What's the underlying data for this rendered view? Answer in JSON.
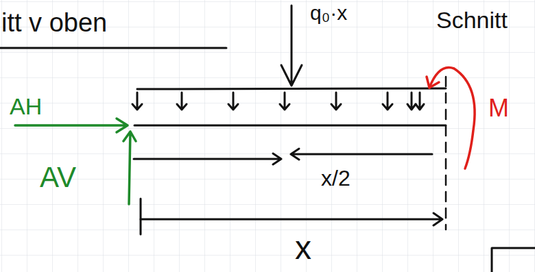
{
  "diagram": {
    "labels": [
      "itt v oben",
      "q₀·x",
      "Schnitt",
      "AH",
      "AV",
      "M",
      "x/2",
      "x"
    ]
  }
}
